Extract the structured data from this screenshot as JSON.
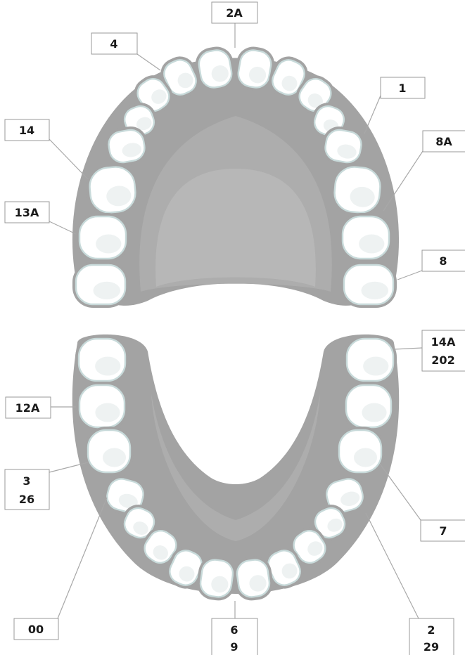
{
  "labels": {
    "l_2A": {
      "lines": [
        "2A"
      ]
    },
    "l_4": {
      "lines": [
        "4"
      ]
    },
    "l_1": {
      "lines": [
        "1"
      ]
    },
    "l_14": {
      "lines": [
        "14"
      ]
    },
    "l_8A": {
      "lines": [
        "8A"
      ]
    },
    "l_13A": {
      "lines": [
        "13A"
      ]
    },
    "l_8": {
      "lines": [
        "8"
      ]
    },
    "l_14A": {
      "lines": [
        "14A",
        "202"
      ]
    },
    "l_12A": {
      "lines": [
        "12A"
      ]
    },
    "l_3": {
      "lines": [
        "3",
        "26"
      ]
    },
    "l_7": {
      "lines": [
        "7"
      ]
    },
    "l_00": {
      "lines": [
        "00"
      ]
    },
    "l_6": {
      "lines": [
        "6",
        "9"
      ]
    },
    "l_2": {
      "lines": [
        "2",
        "29"
      ]
    }
  },
  "colors": {
    "gum": "#a3a3a3",
    "palate_inner": "#b5b5b5",
    "tooth_fill": "#ffffff",
    "tooth_edge": "#c8dada",
    "label_border": "#9a9a9a",
    "leader_line": "#a8a8a8"
  }
}
